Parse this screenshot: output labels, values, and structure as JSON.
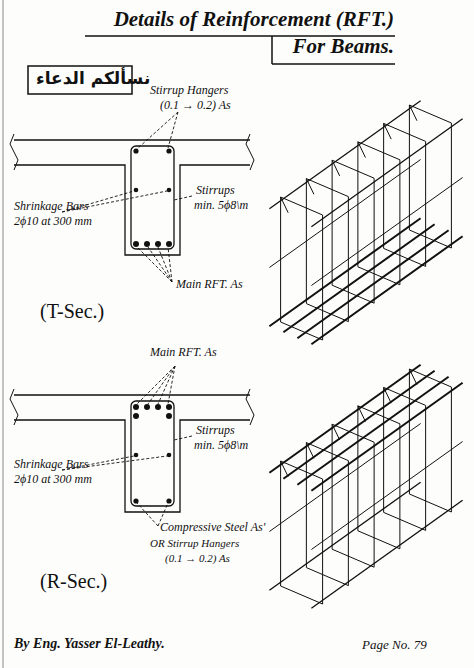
{
  "diagram": {
    "title": "Details of Reinforcement (RFT.) For Beams.",
    "labels": [
      "نسألكم الدعاء",
      "Stirrup Hangers",
      "(0.1 → 0.2) As",
      "Stirrups",
      "min. 5ϕ8\\m",
      "Shrinkage Bars",
      "2ϕ10 at 300 mm",
      "Main RFT. As",
      "(T-Sec.)",
      "Main RFT. As",
      "Stirrups",
      "min. 5ϕ8\\m",
      "Shrinkage Bars",
      "2ϕ10 at 300 mm",
      "Compressive Steel As'",
      "OR Stirrup Hangers",
      "(0.1 → 0.2) As",
      "(R-Sec.)",
      "By Eng. Yasser El-Leathy.",
      "Page No. 79"
    ]
  }
}
